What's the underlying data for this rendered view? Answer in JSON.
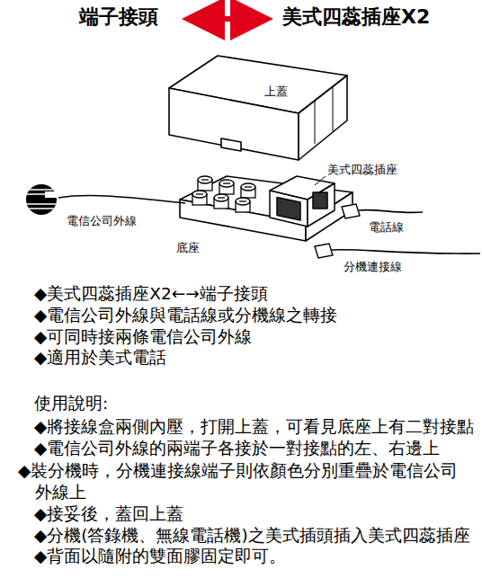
{
  "diagram": {
    "labels": [
      "端子接頭",
      "美式四蕊插座X2",
      "上蓋",
      "美式四蕊插座",
      "電信公司外線",
      "電話線",
      "底座",
      "分機連接線",
      "◆美式四蕊插座X2←→端子接頭",
      "◆電信公司外線與電話線或分機線之轉接",
      "◆可同時接兩條電信公司外線",
      "◆適用於美式電話",
      "使用說明:",
      "◆將接線盒兩側內壓，打開上蓋，可看見底座上有二對接點",
      "◆電信公司外線的兩端子各接於一對接點的左、右邊上",
      "◆裝分機時，分機連接線端子則依顏色分別重疊於電信公司 外線上",
      "◆接妥後，蓋回上蓋",
      "◆分機(答錄機、無線電話機)之美式插頭插入美式四蕊插座",
      "◆背面以隨附的雙面膠固定即可。"
    ]
  }
}
